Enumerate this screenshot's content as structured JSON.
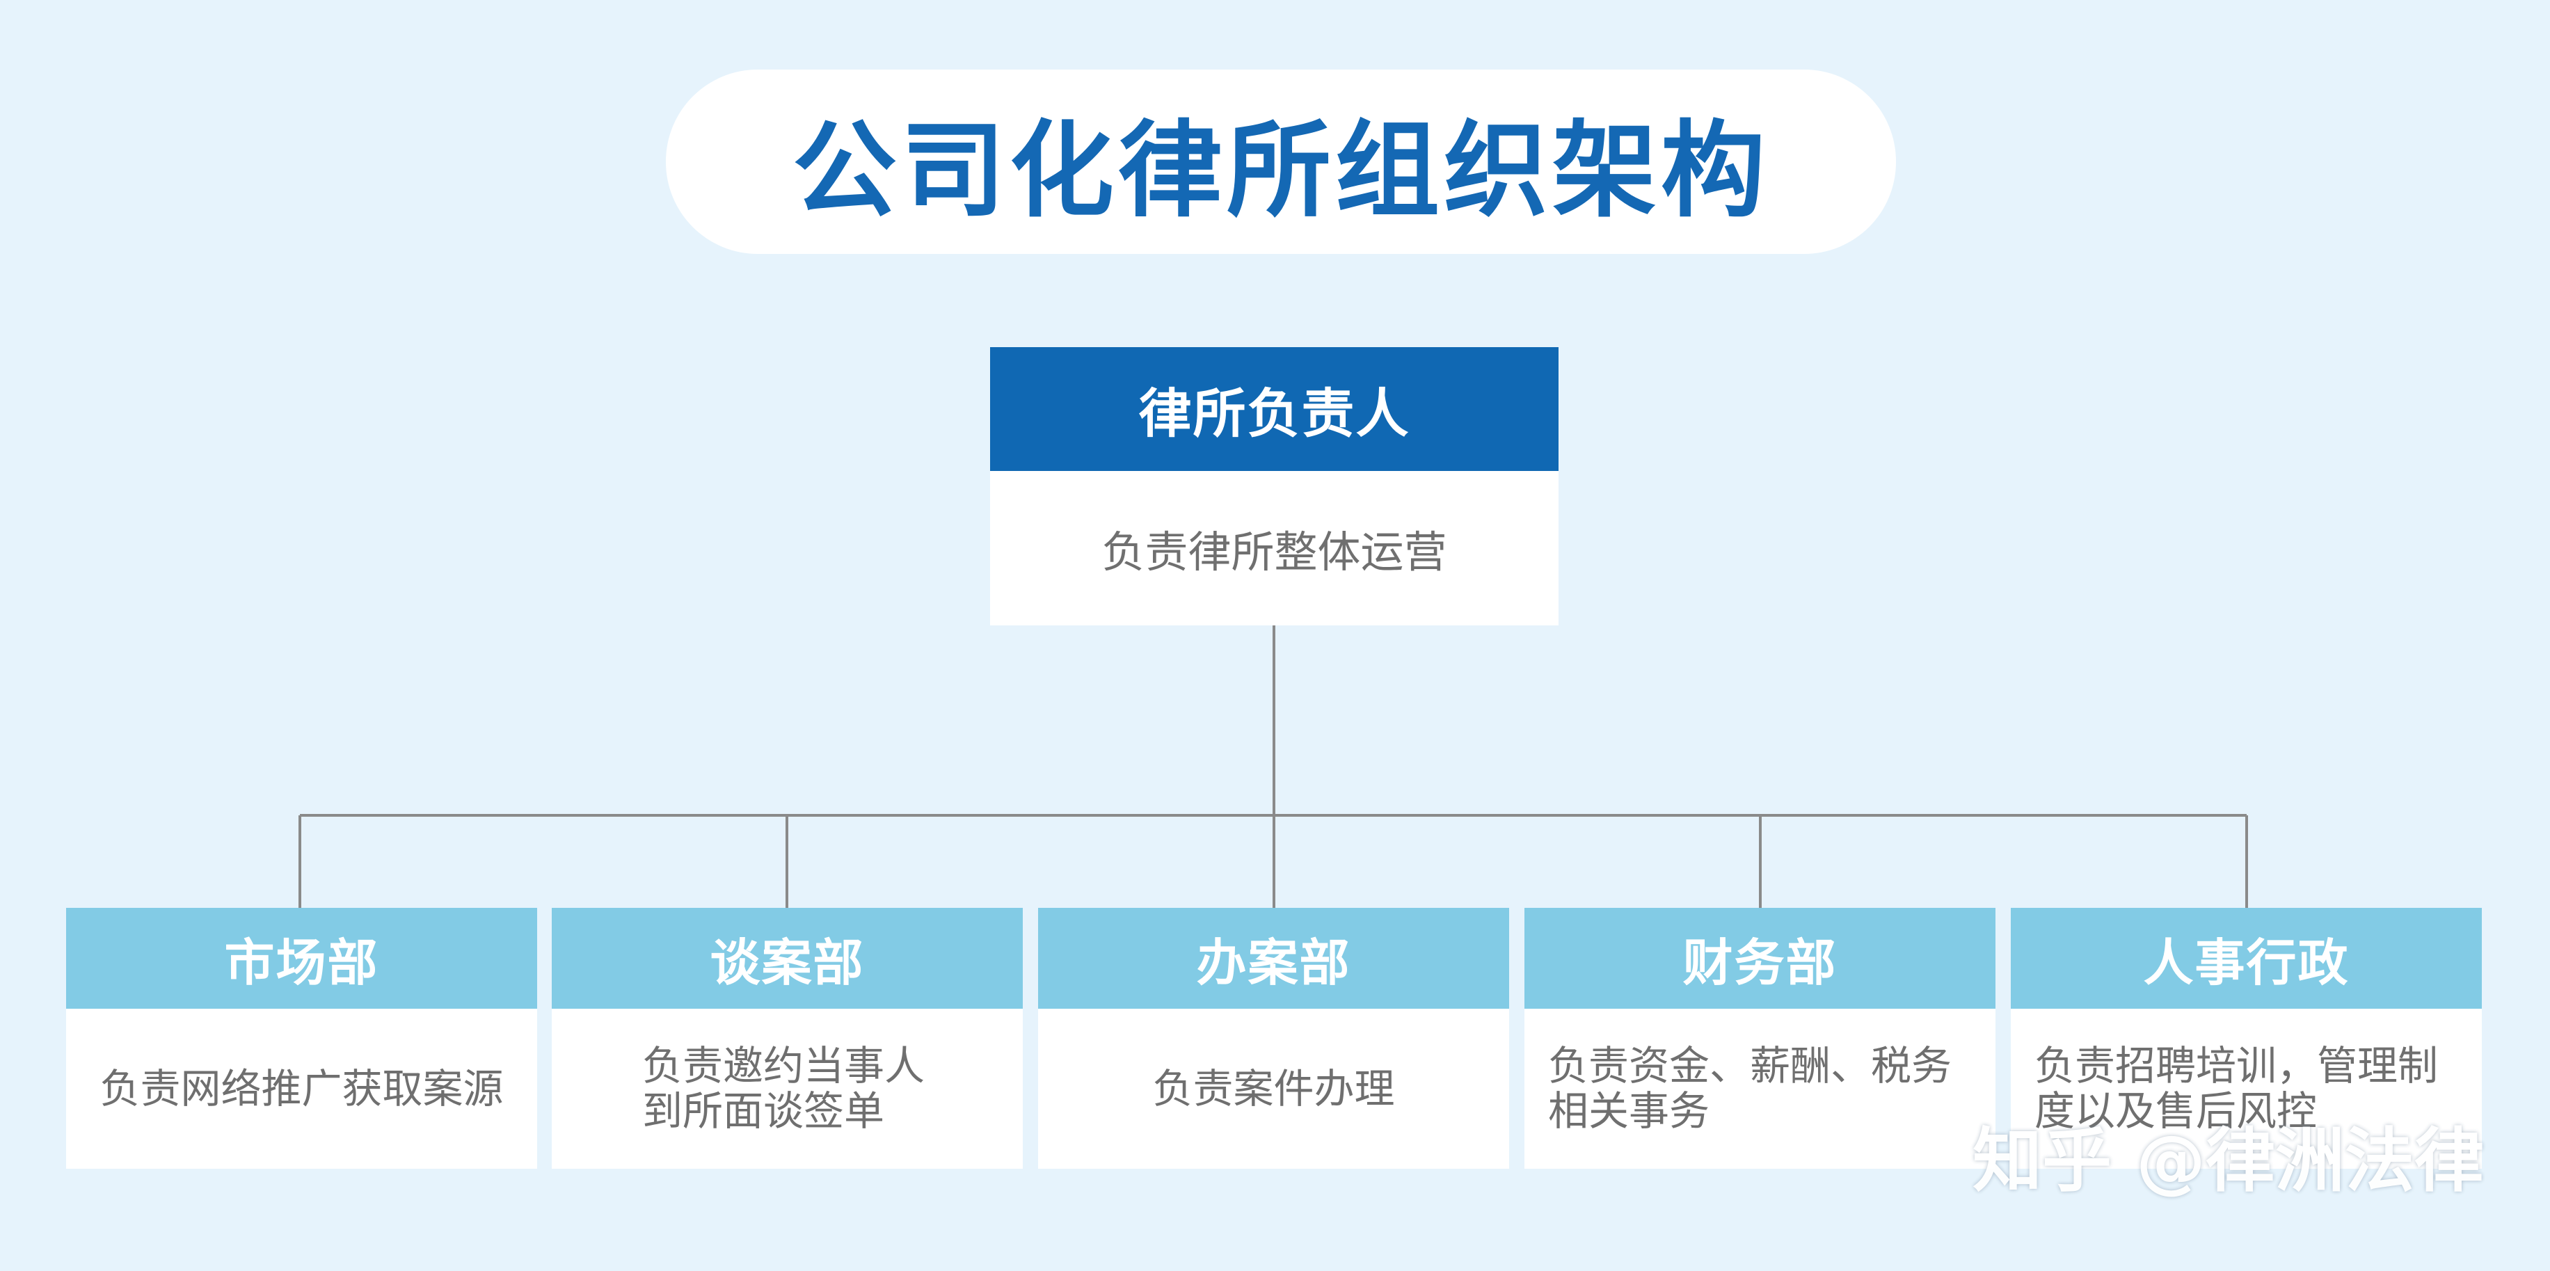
{
  "title": "公司化律所组织架构",
  "root": {
    "title": "律所负责人",
    "description": "负责律所整体运营"
  },
  "departments": [
    {
      "title": "市场部",
      "description": "负责网络推广获取案源"
    },
    {
      "title": "谈案部",
      "description": "负责邀约当事人到所面谈签单"
    },
    {
      "title": "办案部",
      "description": "负责案件办理"
    },
    {
      "title": "财务部",
      "description": "负责资金、薪酬、税务相关事务"
    },
    {
      "title": "人事行政",
      "description": "负责招聘培训，管理制度以及售后风控"
    }
  ],
  "watermark": "知乎 @律洲法律",
  "colors": {
    "background": "#e6f3fc",
    "title_text": "#1468b4",
    "root_header": "#1068b3",
    "dept_header": "#82cbe5",
    "connector": "#8a8a8a"
  }
}
